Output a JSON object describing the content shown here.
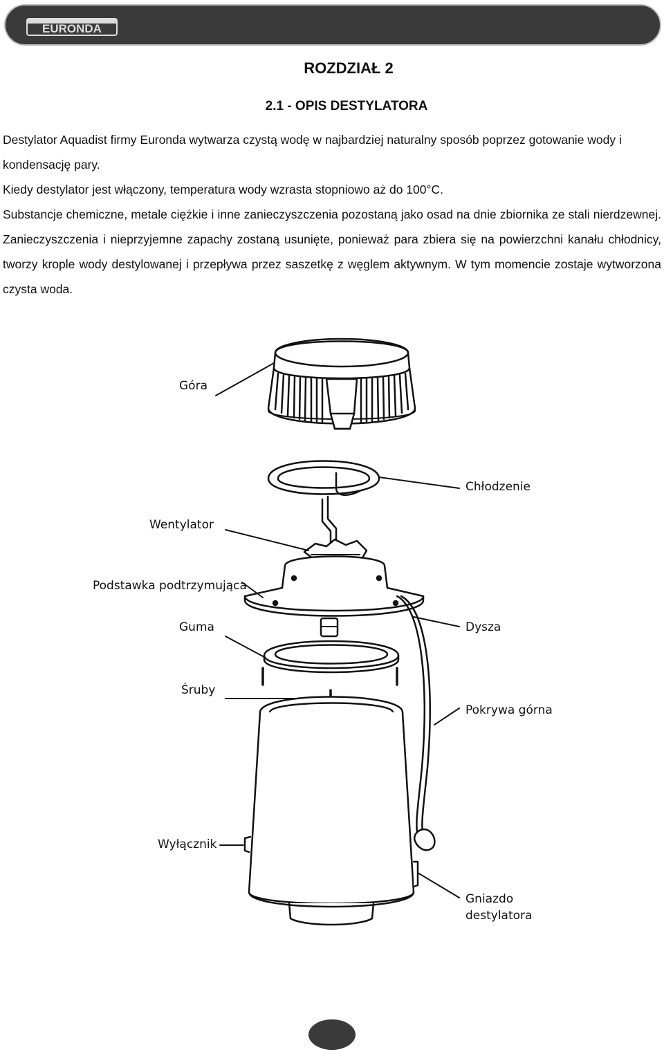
{
  "header": {
    "brand": "EURONDA"
  },
  "chapter_title": "ROZDZIAŁ 2",
  "section_title": "2.1 - OPIS DESTYLATORA",
  "paragraphs": [
    "Destylator Aquadist firmy Euronda wytwarza czystą wodę w najbardziej naturalny sposób poprzez gotowanie wody i kondensację pary.",
    "Kiedy destylator jest włączony, temperatura wody wzrasta stopniowo aż do 100°C.",
    "Substancje chemiczne, metale ciężkie i inne zanieczyszczenia pozostaną jako osad na dnie zbiornika ze stali nierdzewnej. Zanieczyszczenia i nieprzyjemne zapachy zostaną usunięte, ponieważ para zbiera się na powierzchni kanału chłodnicy, tworzy krople wody destylowanej i przepływa przez saszetkę z węglem aktywnym. W tym momencie zostaje wytworzona czysta woda."
  ],
  "diagram_labels": {
    "gora": "Góra",
    "chlodzenie": "Chłodzenie",
    "wentylator": "Wentylator",
    "podstawka": "Podstawka podtrzymująca",
    "guma": "Guma",
    "dysza": "Dysza",
    "sruby": "Śruby",
    "pokrywa": "Pokrywa górna",
    "wylacznik": "Wyłącznik",
    "gniazdo_line1": "Gniazdo",
    "gniazdo_line2": "destylatora"
  },
  "colors": {
    "header_bg": "#3a3a3a",
    "line": "#111111"
  }
}
